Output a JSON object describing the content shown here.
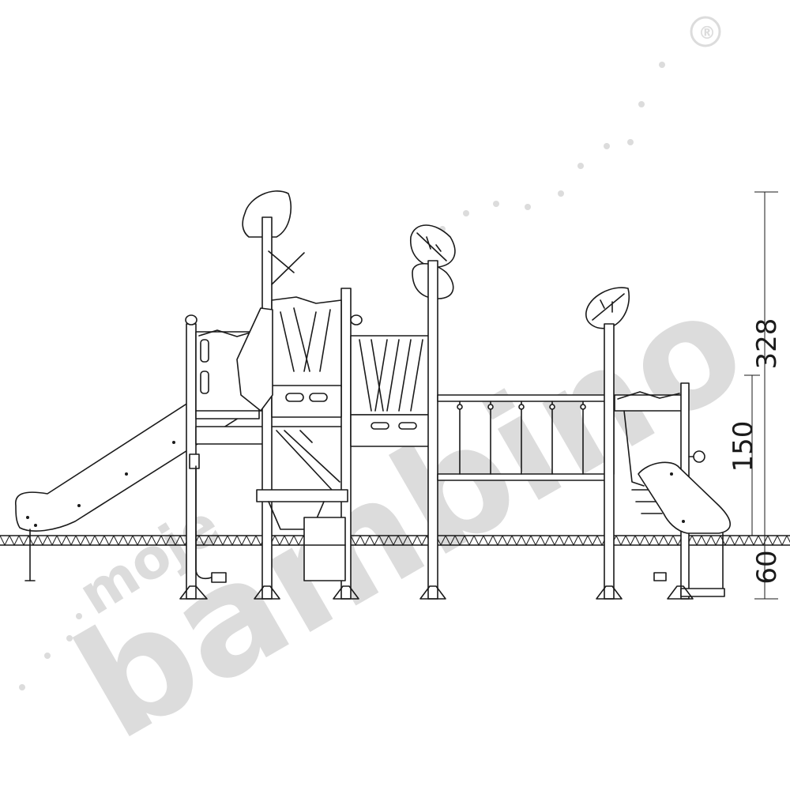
{
  "watermark": {
    "brand_small": "moje",
    "brand_large": "bambino",
    "registered_mark": "®",
    "color": "#dcdcdc"
  },
  "dimensions": {
    "total_height": "328",
    "platform_height": "150",
    "foundation_depth": "60"
  },
  "colors": {
    "line": "#1a1a1a",
    "background": "#ffffff"
  }
}
